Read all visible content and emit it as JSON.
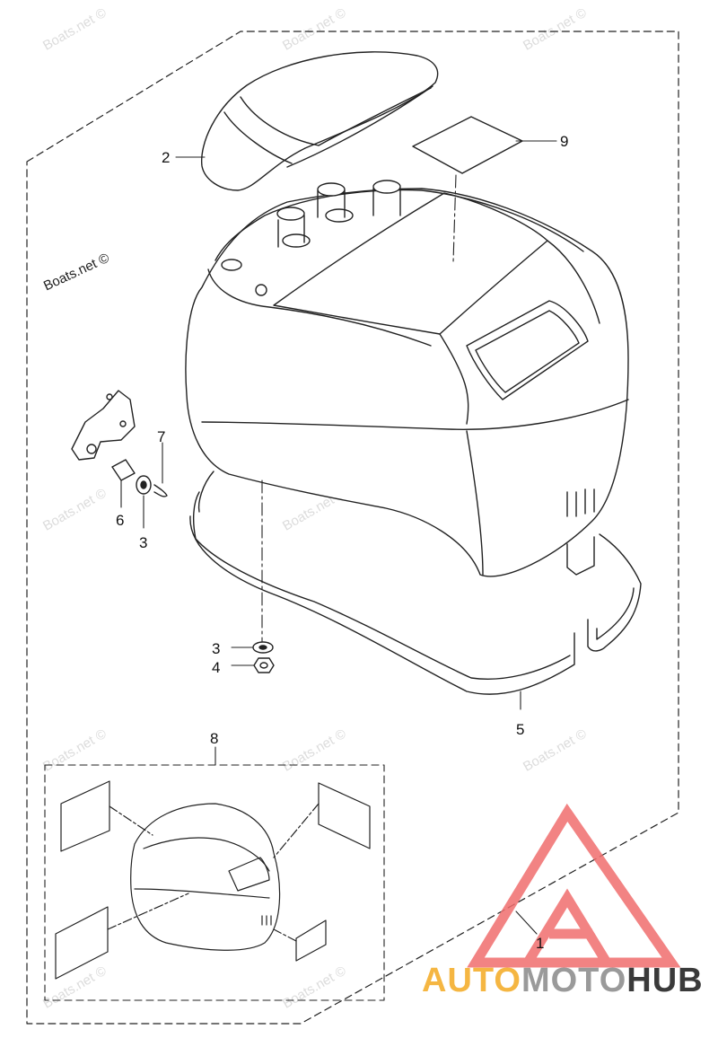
{
  "watermark": "Boats.net ©",
  "callouts": {
    "c1": "1",
    "c2": "2",
    "c3a": "3",
    "c3b": "3",
    "c4": "4",
    "c5": "5",
    "c6": "6",
    "c7": "7",
    "c8": "8",
    "c9": "9"
  },
  "brand": {
    "part1": "AUTO",
    "part2": "MOTO",
    "part3": "HUB",
    "colors": {
      "triangle": "#f06e6e",
      "auto": "#f5b642",
      "moto": "#9a9a9a",
      "hub": "#3a3a3a"
    }
  }
}
